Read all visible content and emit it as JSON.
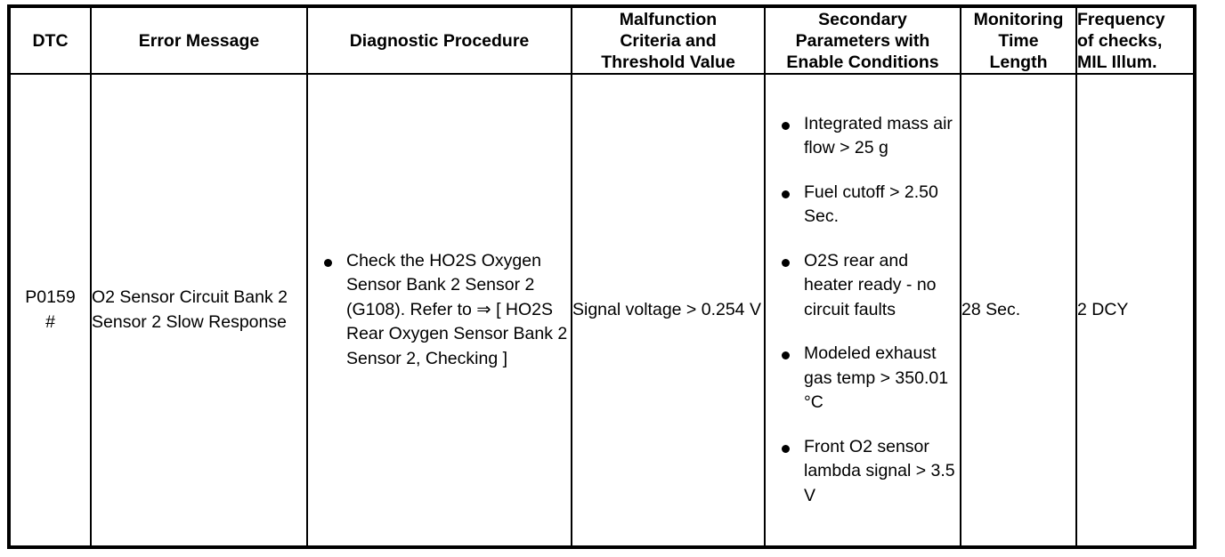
{
  "table": {
    "columns": [
      {
        "key": "dtc",
        "label": "DTC",
        "align": "center"
      },
      {
        "key": "errmsg",
        "label": "Error Message",
        "align": "center"
      },
      {
        "key": "diag",
        "label": "Diagnostic Procedure",
        "align": "center"
      },
      {
        "key": "malf",
        "label": "Malfunction\nCriteria and\nThreshold Value",
        "align": "center"
      },
      {
        "key": "sec",
        "label": "Secondary\nParameters with\nEnable Conditions",
        "align": "center"
      },
      {
        "key": "mon",
        "label": "Monitoring\nTime\nLength",
        "align": "center"
      },
      {
        "key": "freq",
        "label": "Frequency\nof checks,\nMIL Illum.",
        "align": "left"
      }
    ],
    "headers": {
      "dtc": "DTC",
      "error_message": "Error Message",
      "diagnostic_procedure": "Diagnostic Procedure",
      "malfunction_line1": "Malfunction",
      "malfunction_line2": "Criteria and",
      "malfunction_line3": "Threshold Value",
      "secondary_line1": "Secondary",
      "secondary_line2": "Parameters with",
      "secondary_line3": "Enable Conditions",
      "monitoring_line1": "Monitoring",
      "monitoring_line2": "Time",
      "monitoring_line3": "Length",
      "frequency_line1": "Frequency",
      "frequency_line2": "of checks,",
      "frequency_line3": "MIL Illum."
    },
    "rows": [
      {
        "dtc_code": "P0159",
        "dtc_suffix": "#",
        "error_message": "O2 Sensor Circuit Bank 2 Sensor 2 Slow Response",
        "diagnostic_procedure": [
          "Check the HO2S Oxygen Sensor Bank 2 Sensor 2 (G108). Refer to ⇒ [ HO2S Rear Oxygen Sensor Bank 2 Sensor 2, Checking ]"
        ],
        "malfunction_criteria": "Signal voltage > 0.254 V",
        "secondary_parameters": [
          "Integrated mass air flow > 25 g",
          "Fuel cutoff > 2.50 Sec.",
          "O2S rear and heater ready - no circuit faults",
          "Modeled exhaust gas temp > 350.01 °C",
          "Front O2 sensor lambda signal > 3.5 V"
        ],
        "monitoring_time_length": "28 Sec.",
        "frequency_of_checks": "2 DCY"
      }
    ]
  },
  "style": {
    "border_color": "#000000",
    "text_color": "#000000",
    "background": "#ffffff"
  }
}
